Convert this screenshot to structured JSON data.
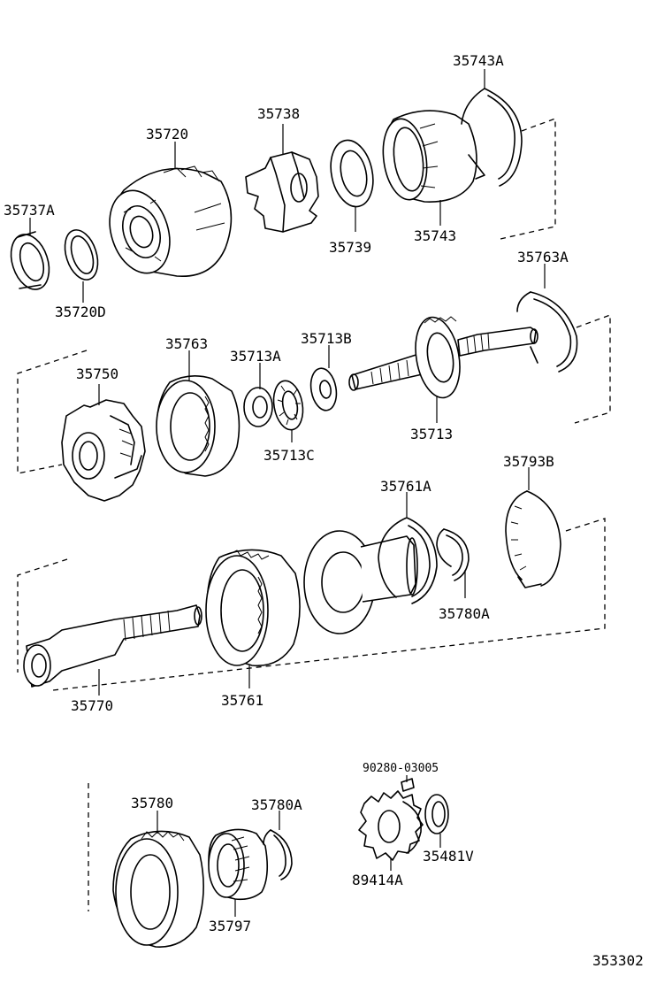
{
  "labels": {
    "p35743A": "35743A",
    "p35720": "35720",
    "p35738": "35738",
    "p35737A": "35737A",
    "p35739": "35739",
    "p35743": "35743",
    "p35720D": "35720D",
    "p35763A": "35763A",
    "p35763": "35763",
    "p35713A": "35713A",
    "p35713B": "35713B",
    "p35750": "35750",
    "p35713": "35713",
    "p35713C": "35713C",
    "p35793B": "35793B",
    "p35761A": "35761A",
    "p35780A_1": "35780A",
    "p35770": "35770",
    "p35761": "35761",
    "p90280": "90280-03005",
    "p35780": "35780",
    "p35780A_2": "35780A",
    "p35481V": "35481V",
    "p89414A": "89414A",
    "p35797": "35797"
  },
  "figure_ref": "353302"
}
